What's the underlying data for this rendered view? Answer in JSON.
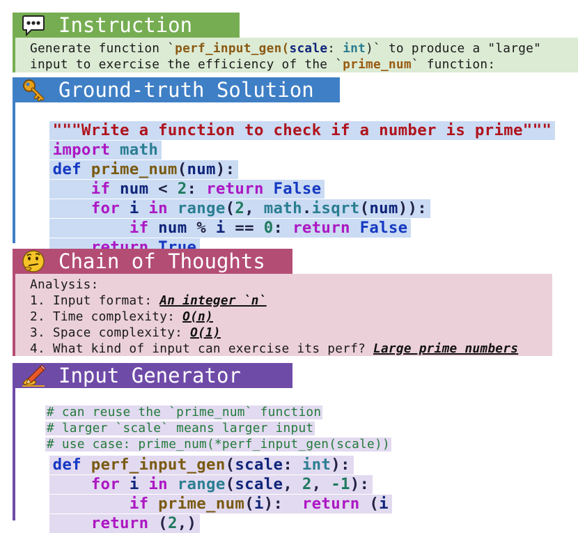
{
  "instruction": {
    "title": "Instruction",
    "icon": "speech-bubble-icon",
    "line1": [
      "Generate function `",
      "perf_input_gen(",
      "scale",
      ": ",
      "int",
      ")",
      "` to produce a \"large\""
    ],
    "line2": [
      "input to exercise the efficiency of the `",
      "prime_num",
      "` function:"
    ]
  },
  "solution": {
    "title": "Ground-truth Solution",
    "icon": "key-icon",
    "docstring": "\"\"\"Write a function to check if a number is prime\"\"\"",
    "import_kw": "import",
    "import_mod": "math",
    "def_kw": "def",
    "fn_name": "prime_num",
    "fn_args_open": "(",
    "fn_param": "num",
    "fn_args_close": "):",
    "l4": [
      "if",
      "num",
      "<",
      "2",
      ":",
      "return",
      "False"
    ],
    "l5": [
      "for",
      "i",
      "in",
      "range",
      "(",
      "2",
      ",",
      "math",
      ".",
      "isqrt",
      "(",
      "num",
      "))",
      ":"
    ],
    "l6": [
      "if",
      "num",
      "%",
      "i",
      "==",
      "0",
      ":",
      "return",
      "False"
    ],
    "l7": [
      "return",
      "True"
    ]
  },
  "cot": {
    "title": "Chain of Thoughts",
    "icon": "thinking-face-icon",
    "heading": "Analysis:",
    "items": [
      {
        "label": "1. Input format: ",
        "answer": "An integer `n`"
      },
      {
        "label": "2. Time complexity: ",
        "answer": "O(n)"
      },
      {
        "label": "3. Space complexity: ",
        "answer": "O(1)"
      },
      {
        "label": "4. What kind of input can exercise its perf? ",
        "answer": "Large prime numbers"
      }
    ]
  },
  "generator": {
    "title": "Input Generator",
    "icon": "pencil-hand-icon",
    "comments": [
      "# can reuse the `prime_num` function",
      "# larger `scale` means larger input",
      "# use case: prime_num(*perf_input_gen(scale))"
    ],
    "def_kw": "def",
    "fn_name": "perf_input_gen",
    "open": "(",
    "param": "scale",
    "colon": ": ",
    "type": "int",
    "close": "):",
    "l2": [
      "for",
      "i",
      "in",
      "range",
      "(",
      "scale",
      ",",
      "2",
      ",",
      "-1",
      "):"
    ],
    "l3": [
      "if",
      "prime_num",
      "(",
      "i",
      "):",
      "return",
      "(",
      "i",
      ",)"
    ],
    "l4": [
      "return",
      "(",
      "2",
      ",)"
    ]
  },
  "colors": {
    "instruction_header": "#76ad52",
    "instruction_body": "#dcebd4",
    "solution_header": "#3f7fc6",
    "solution_body": "#cadbf3",
    "cot_header": "#b34d74",
    "cot_body": "#ebd0da",
    "generator_header": "#6f4ba8",
    "generator_body": "#e2daf0"
  }
}
